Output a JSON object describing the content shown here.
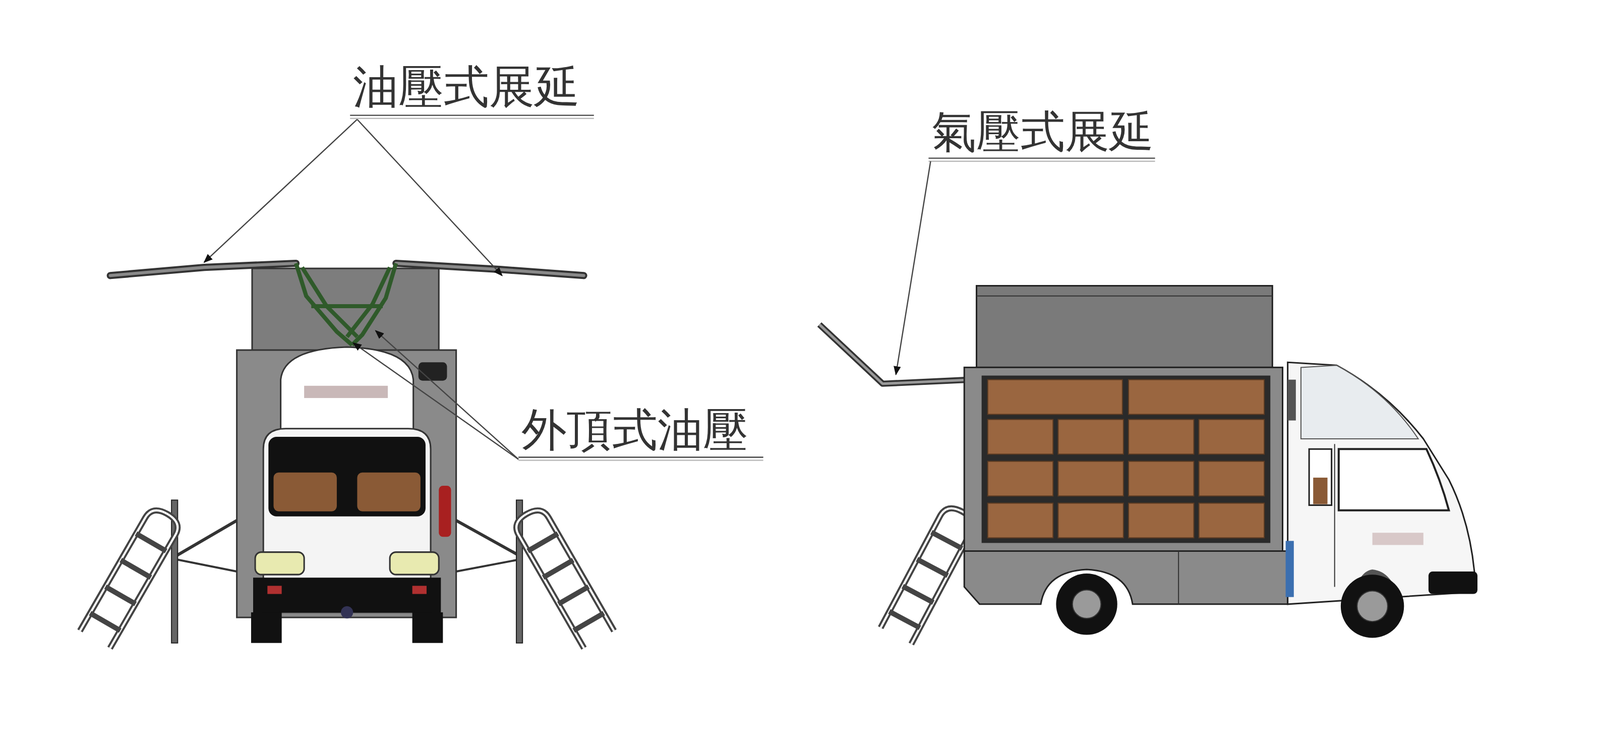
{
  "diagram": {
    "labels": [
      "油壓式展延",
      "外頂式油壓",
      "氣壓式展延"
    ]
  }
}
